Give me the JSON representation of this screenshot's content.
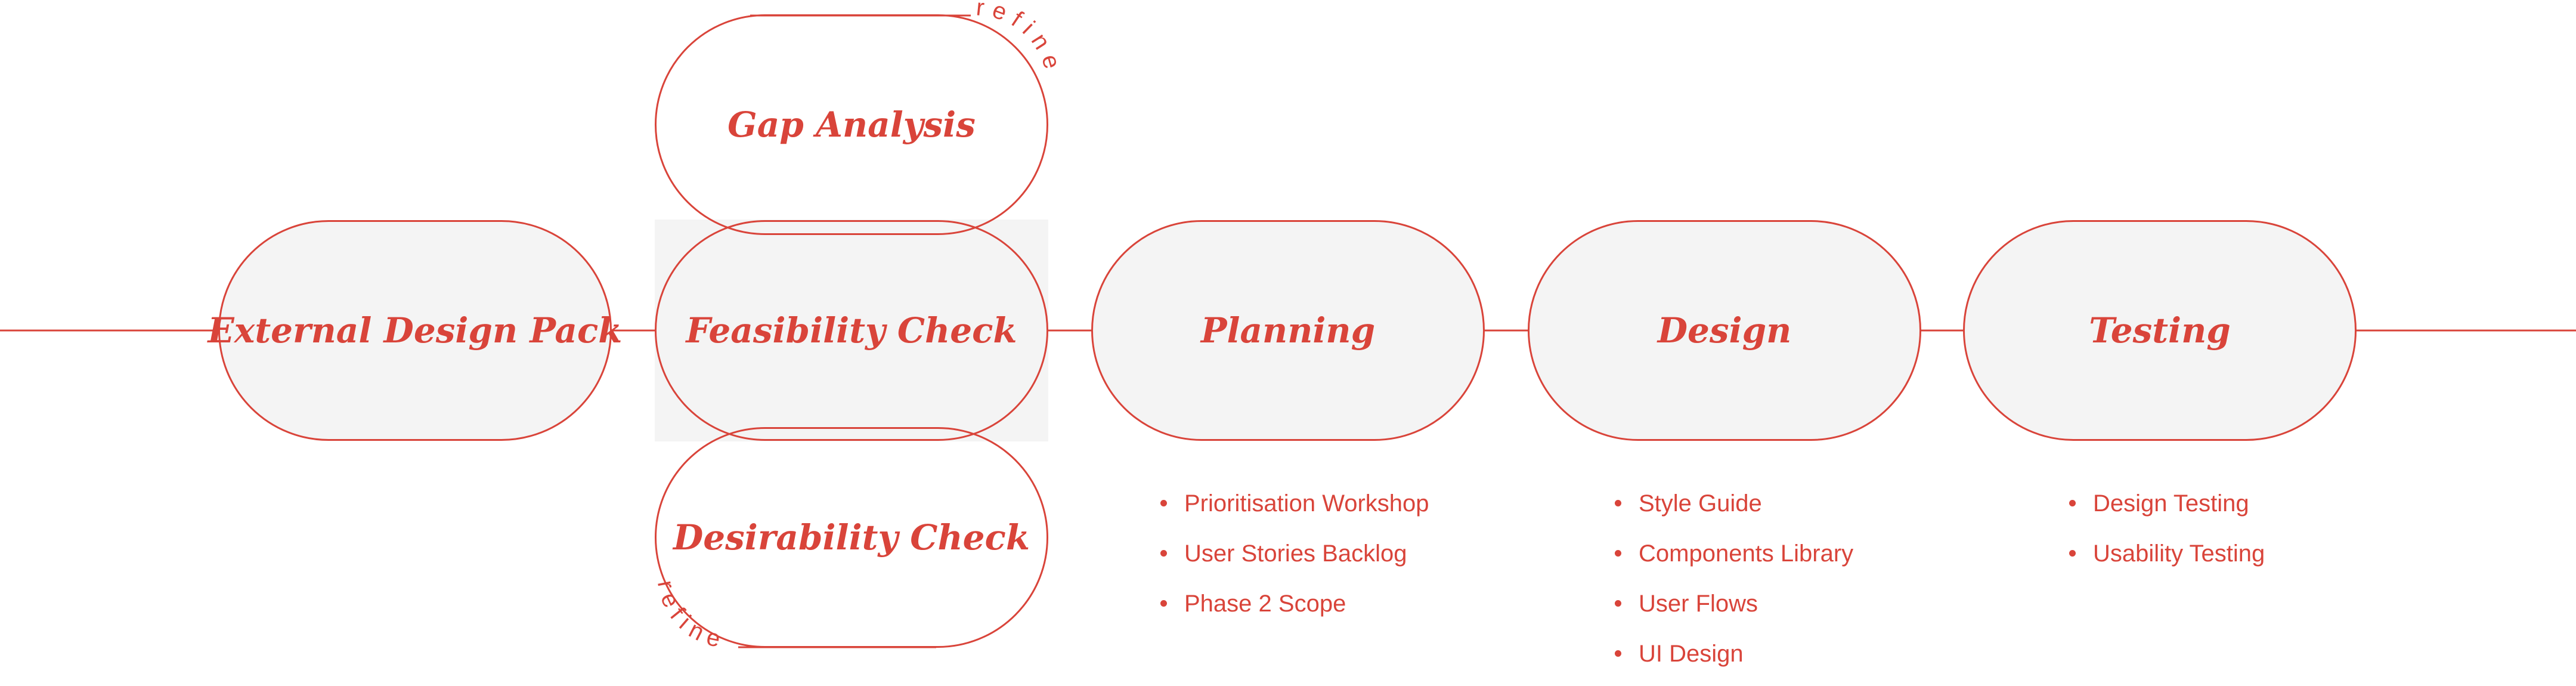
{
  "colors": {
    "accent": "#d9443a",
    "pill_fill": "#f4f4f4",
    "background": "#ffffff"
  },
  "main_flow": [
    {
      "label": "External Design Pack"
    },
    {
      "label": "Feasibility Check"
    },
    {
      "label": "Planning"
    },
    {
      "label": "Design"
    },
    {
      "label": "Testing"
    }
  ],
  "refine_loop": {
    "top_label": "Gap Analysis",
    "bottom_label": "Desirability Check",
    "arc_text_top": "refine",
    "arc_text_bottom": "refine"
  },
  "details": {
    "planning": [
      "Prioritisation Workshop",
      "User Stories Backlog",
      "Phase 2 Scope"
    ],
    "design": [
      "Style Guide",
      "Components Library",
      "User Flows",
      "UI Design"
    ],
    "testing": [
      "Design Testing",
      "Usability Testing"
    ]
  }
}
